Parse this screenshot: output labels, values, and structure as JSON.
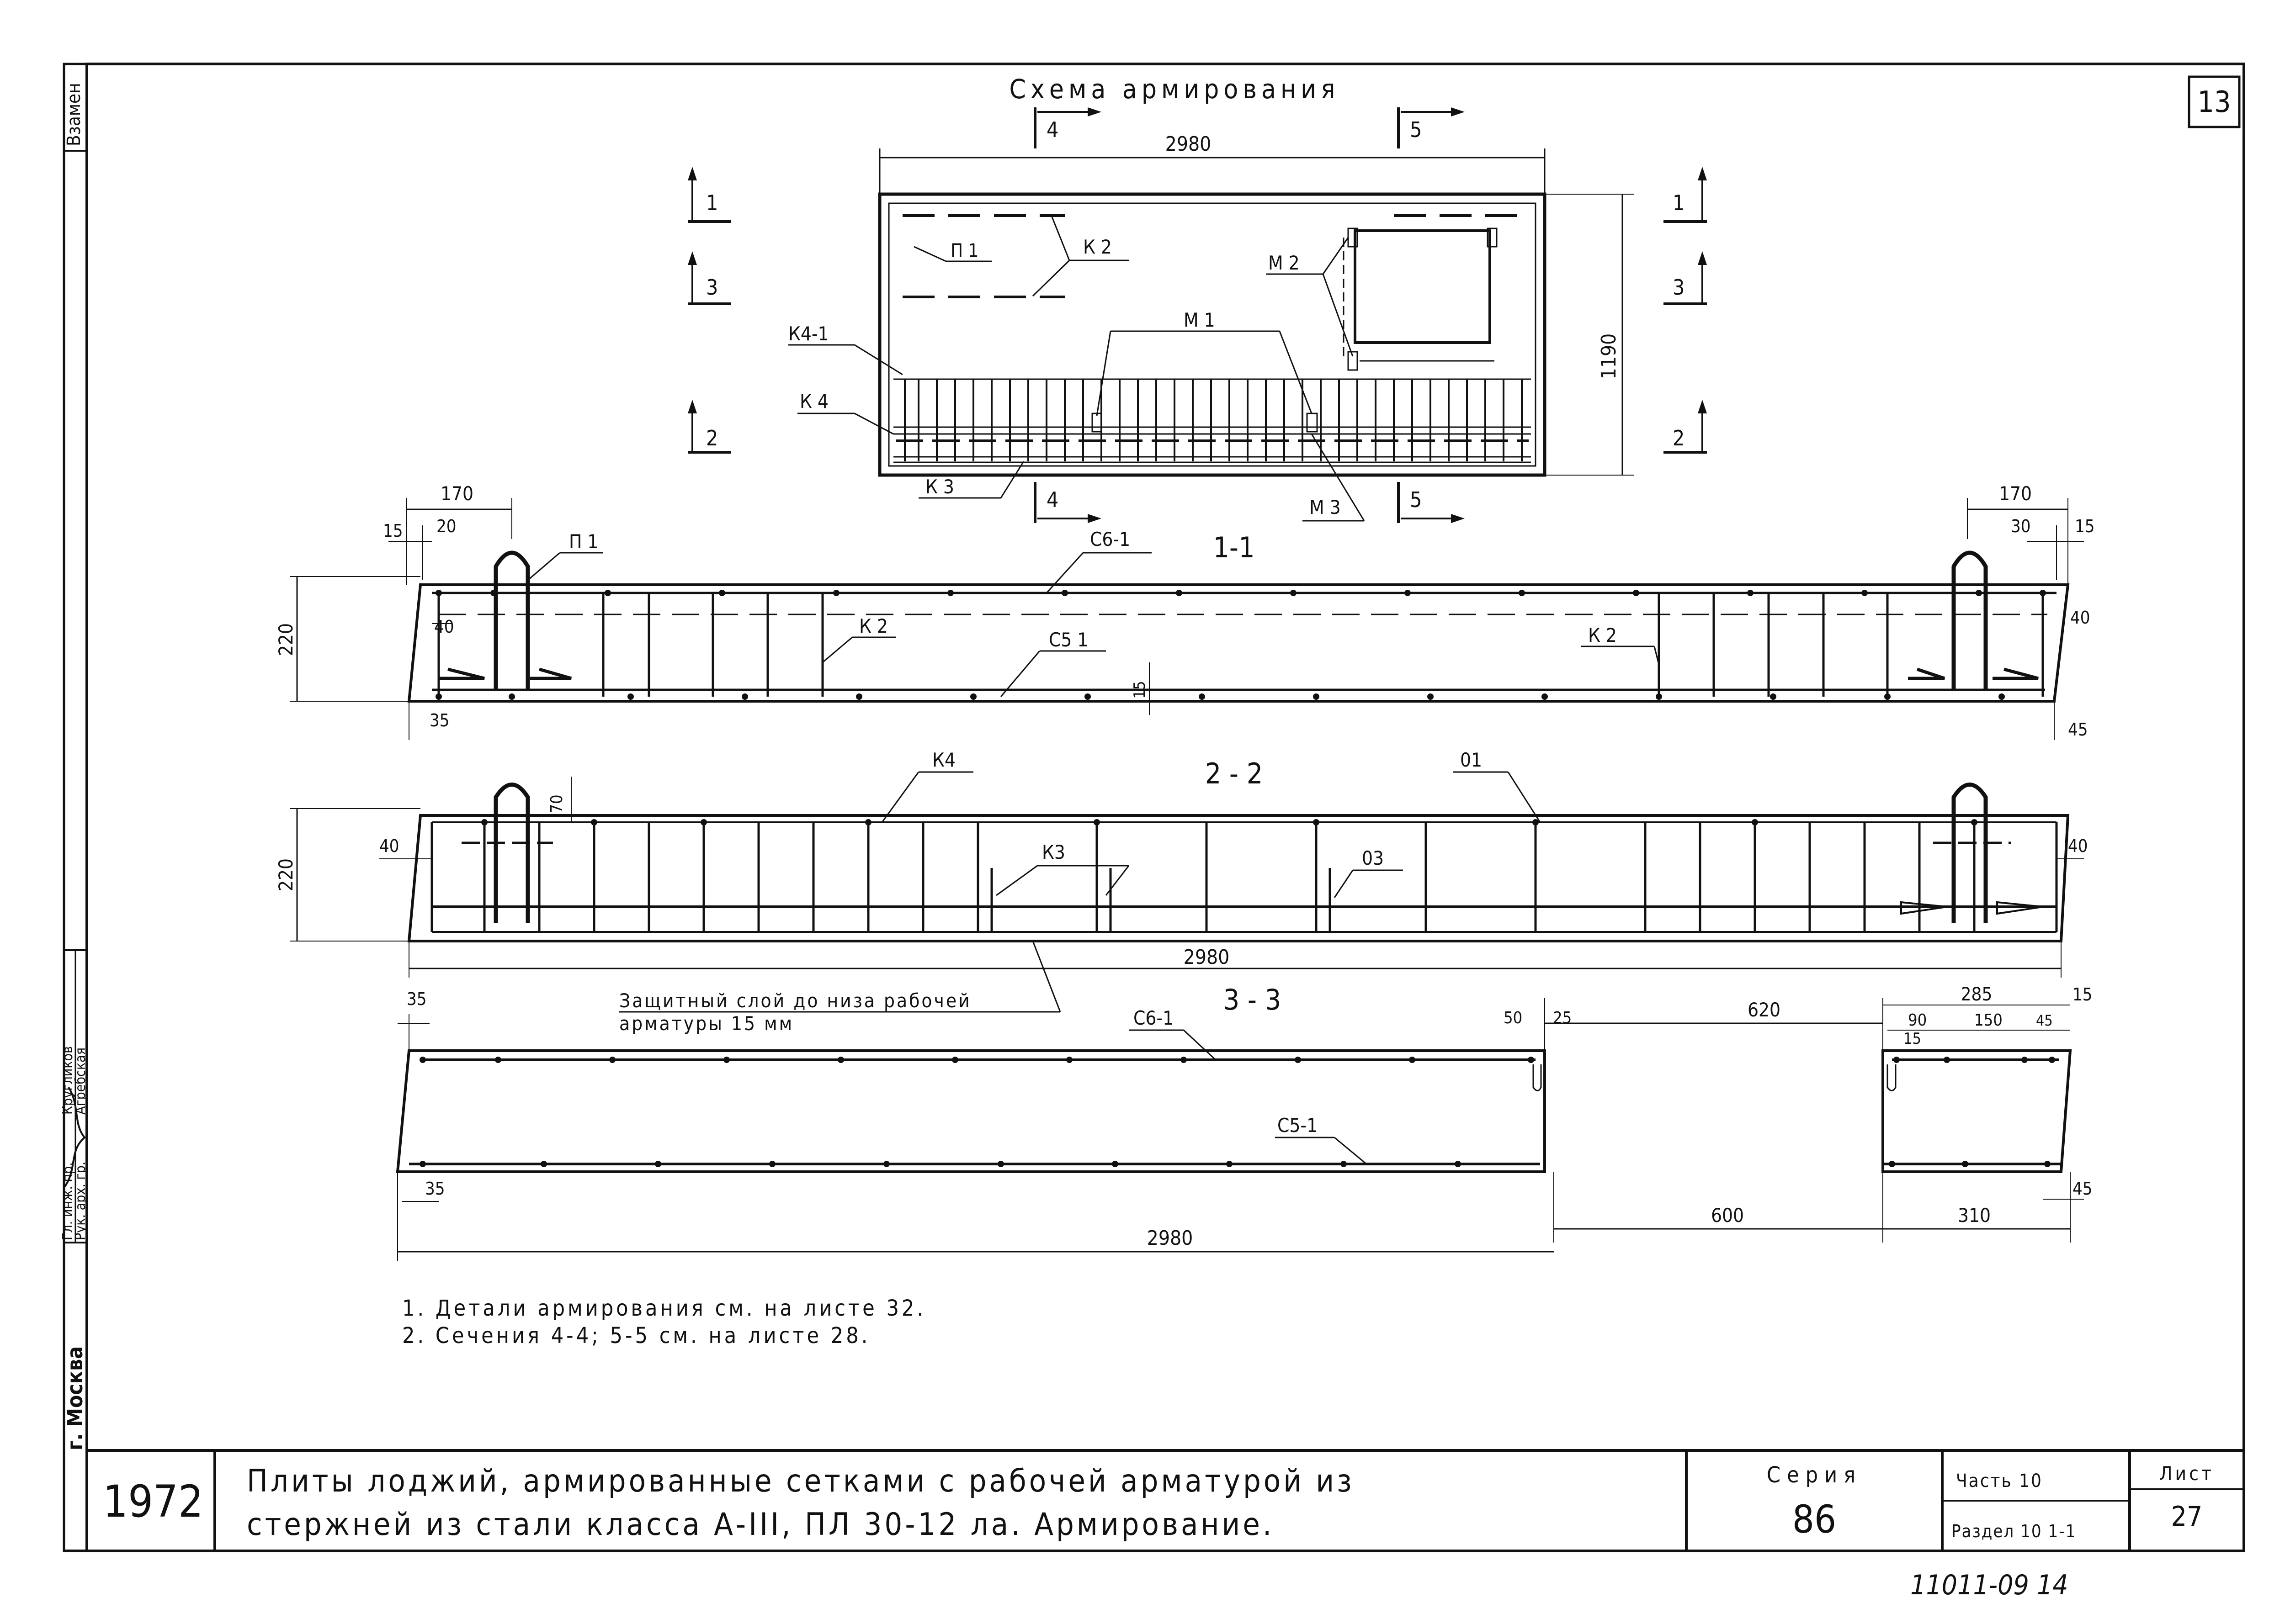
{
  "sheet_number_corner": "13",
  "plan": {
    "title": "Схема армирования",
    "width_dim": "2980",
    "height_dim": "1190",
    "cut_4": "4",
    "cut_5": "5",
    "cut_1": "1",
    "cut_2": "2",
    "cut_3": "3",
    "labels": {
      "p1": "П 1",
      "k2": "К 2",
      "m2": "М 2",
      "m1": "М 1",
      "k4_1": "К4-1",
      "k4": "К 4",
      "k3": "К 3",
      "m3": "М 3"
    }
  },
  "section_1": {
    "title": "1-1",
    "height_dim": "220",
    "dims": {
      "d170l": "170",
      "d15l": "15",
      "d20": "20",
      "d40l": "40",
      "d35": "35",
      "d170r": "170",
      "d30": "30",
      "d15r": "15",
      "d40r": "40",
      "d45": "45",
      "d15m": "15"
    },
    "labels": {
      "p1": "П 1",
      "c6": "С6-1",
      "k2a": "К 2",
      "c5": "С5 1",
      "k2b": "К 2"
    }
  },
  "section_2": {
    "title": "2 - 2",
    "height_dim": "220",
    "dims": {
      "d40l": "40",
      "d70": "70",
      "d40r": "40",
      "length": "2980"
    },
    "labels": {
      "k4": "К4",
      "o1": "01",
      "k3": "К3",
      "o3": "03"
    }
  },
  "section_3": {
    "title": "3 - 3",
    "note_line1": "Защитный слой до низа рабочей",
    "note_line2": "арматуры 15 мм",
    "dims": {
      "d35t": "35",
      "d620": "620",
      "d285": "285",
      "d15t": "15",
      "d50": "50",
      "d25": "25",
      "d90": "90",
      "d150": "150",
      "d45t": "45",
      "d15s": "15",
      "d35b": "35",
      "d600": "600",
      "d310": "310",
      "d45b": "45",
      "length": "2980"
    },
    "labels": {
      "c6": "С6-1",
      "c5": "С5-1"
    }
  },
  "notes": [
    "1. Детали армирования см. на листе 32.",
    "2. Сечения 4-4; 5-5 см. на листе 28."
  ],
  "left_margin": {
    "top": "Взамен",
    "sign1": "Гл. инж. пр.",
    "name1": "Кругликов",
    "sign2": "Рук. арх. гр.",
    "name2": "Агребская",
    "city": "г. Москва"
  },
  "title_block": {
    "year": "1972",
    "title_line1": "Плиты лоджий, армированные сетками с рабочей арматурой из",
    "title_line2": "стержней из стали класса А-III, ПЛ 30-12 ла. Армирование.",
    "series_label": "Серия",
    "series_value": "86",
    "part_label": "Часть 10",
    "section_label": "Раздел 10 1-1",
    "sheet_label": "Лист",
    "sheet_value": "27"
  },
  "stamp_bottom": "11011-09  14"
}
